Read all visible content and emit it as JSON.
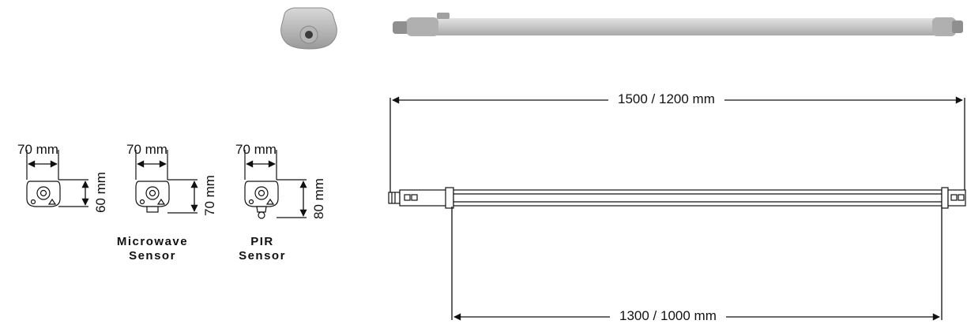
{
  "widths": {
    "width_1": "70 mm",
    "width_2": "70 mm",
    "width_3": "70 mm"
  },
  "heights": {
    "height_1": "60 mm",
    "height_2": "70 mm",
    "height_3": "80 mm"
  },
  "captions": {
    "microwave_line1": "Microwave",
    "microwave_line2": "Sensor",
    "pir_line1": "PIR",
    "pir_line2": "Sensor"
  },
  "lengths": {
    "overall": "1500 / 1200 mm",
    "tube": "1300 / 1000  mm"
  }
}
